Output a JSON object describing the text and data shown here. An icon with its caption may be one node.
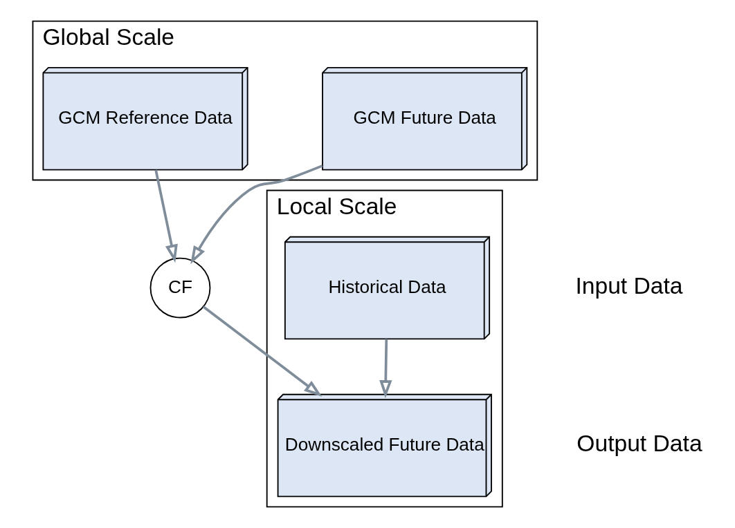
{
  "diagram": {
    "nodes": [
      {
        "text": [
          "Global Scale"
        ]
      },
      {
        "text": [
          "GCM Future Data"
        ],
        "in": 0
      },
      {
        "text": [
          "GCM Reference Data"
        ],
        "in": 0
      },
      {
        "text": [
          "CF"
        ]
      },
      {
        "text": [
          "Local Scale"
        ]
      },
      {
        "text": [
          "Historical Data"
        ],
        "in": 4
      },
      {
        "text": [
          "Downscaled Future Data"
        ],
        "in": 4
      }
    ],
    "edges": [
      {
        "from": 1,
        "to": 3,
        "arrow": "to"
      },
      {
        "from": 2,
        "to": 3,
        "arrow": "to"
      },
      {
        "from": 3,
        "to": 6,
        "arrow": "to"
      },
      {
        "from": 5,
        "to": 6,
        "arrow": "to"
      }
    ],
    "labels": [
      "Input Data",
      "Output Data"
    ]
  }
}
